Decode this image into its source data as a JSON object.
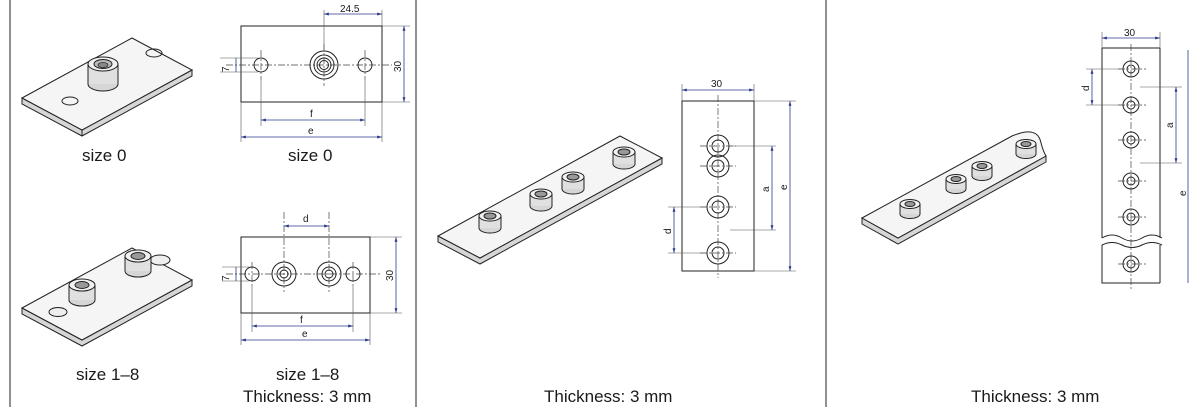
{
  "panel1": {
    "size0_iso_caption": "size 0",
    "size0_drawing_caption": "size 0",
    "size18_iso_caption": "size 1–8",
    "size18_drawing_caption": "size 1–8",
    "thickness": "Thickness: 3 mm",
    "dims": {
      "offset": "24.5",
      "hole": "7",
      "width": "30",
      "f": "f",
      "e": "e",
      "d": "d"
    }
  },
  "panel2": {
    "thickness": "Thickness: 3 mm",
    "dims": {
      "width": "30",
      "a": "a",
      "e": "e",
      "d": "d"
    }
  },
  "panel3": {
    "thickness": "Thickness: 3 mm",
    "dims": {
      "width": "30",
      "d": "d",
      "a": "a",
      "e": "e"
    }
  },
  "colors": {
    "dimension_line": "#2a3a8a",
    "outline": "#222222",
    "plate_side": "#d6d6d6"
  }
}
